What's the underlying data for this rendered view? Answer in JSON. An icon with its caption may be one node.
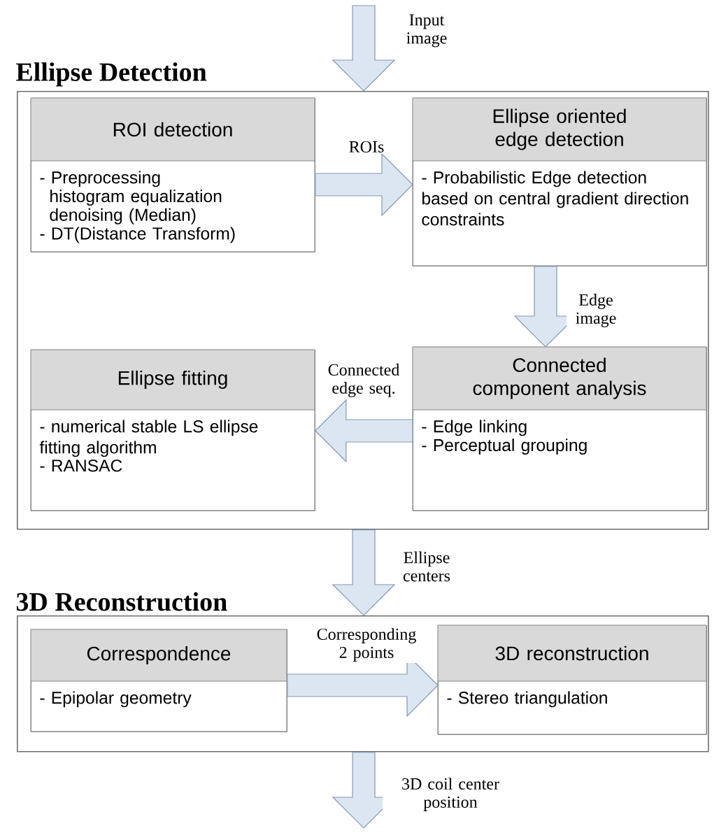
{
  "diagram": {
    "nodes": [
      {
        "text": [
          "Ellipse Detection"
        ]
      },
      {
        "text": [
          "ROI detection",
          "- Preprocessing",
          "histogram equalization",
          "denoising (Median)",
          "- DT(Distance Transform)"
        ],
        "in": 0
      },
      {
        "text": [
          "Ellipse oriented edge detection",
          "- Probabilistic Edge detection based on central gradient direction constraints"
        ],
        "in": 0
      },
      {
        "text": [
          "Connected component analysis",
          "- Edge linking",
          "- Perceptual grouping"
        ],
        "in": 0
      },
      {
        "text": [
          "Ellipse fitting",
          "- numerical stable LS ellipse fitting algorithm",
          "- RANSAC"
        ],
        "in": 0
      },
      {
        "text": [
          "3D Reconstruction"
        ]
      },
      {
        "text": [
          "Correspondence",
          "- Epipolar geometry"
        ],
        "in": 5
      },
      {
        "text": [
          "3D reconstruction",
          "- Stereo triangulation"
        ],
        "in": 5
      }
    ],
    "edges": [
      {
        "from": null,
        "to": 0,
        "arrow": "to",
        "label": "Input image"
      },
      {
        "from": 1,
        "to": 2,
        "arrow": "to",
        "label": "ROIs"
      },
      {
        "from": 2,
        "to": 3,
        "arrow": "to",
        "label": "Edge image"
      },
      {
        "from": 3,
        "to": 4,
        "arrow": "to",
        "label": "Connected edge seq."
      },
      {
        "from": 0,
        "to": 5,
        "arrow": "to",
        "label": "Ellipse centers"
      },
      {
        "from": 6,
        "to": 7,
        "arrow": "to",
        "label": "Corresponding 2 points"
      },
      {
        "from": 5,
        "to": null,
        "arrow": "to",
        "label": "3D coil center position"
      }
    ]
  }
}
